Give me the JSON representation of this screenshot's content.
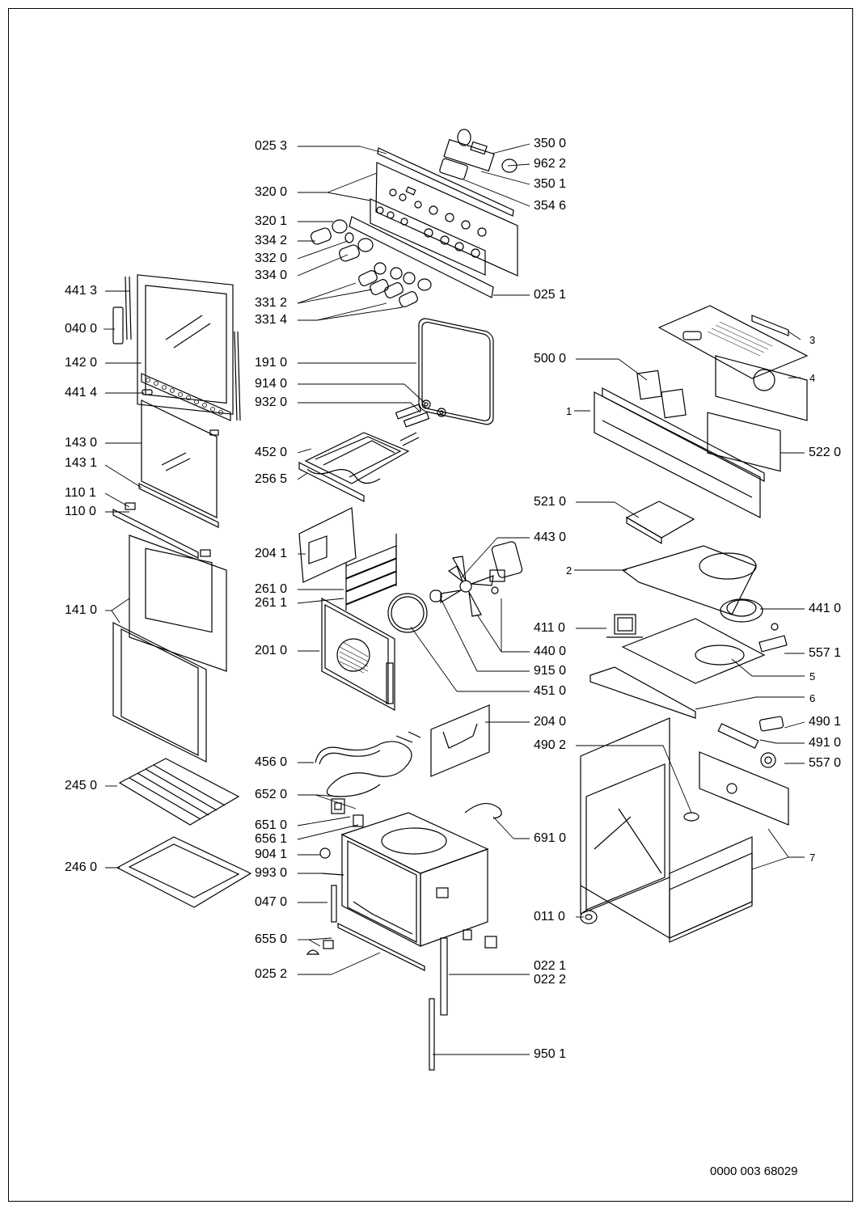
{
  "document_number": "0000 003 68029",
  "part_labels": {
    "p0253": "025 3",
    "p3200": "320 0",
    "p3201": "320 1",
    "p3342": "334 2",
    "p3320": "332 0",
    "p3340": "334 0",
    "p3312": "331 2",
    "p3314": "331 4",
    "p3500": "350 0",
    "p9622": "962 2",
    "p3501": "350 1",
    "p3546": "354 6",
    "p0251": "025 1",
    "p4413": "441 3",
    "p0400": "040 0",
    "p1420": "142 0",
    "p4414": "441 4",
    "p1430": "143 0",
    "p1431": "143 1",
    "p1101": "110 1",
    "p1100": "110 0",
    "p1410": "141 0",
    "p2450": "245 0",
    "p2460": "246 0",
    "p1910": "191 0",
    "p9140": "914 0",
    "p9320": "932 0",
    "p4520": "452 0",
    "p2565": "256 5",
    "p2041": "204 1",
    "p2610": "261 0",
    "p2611": "261 1",
    "p2010": "201 0",
    "p4430": "443 0",
    "p4400": "440 0",
    "p9150": "915 0",
    "p4510": "451 0",
    "p2040": "204 0",
    "p4560": "456 0",
    "p6520": "652 0",
    "p6510": "651 0",
    "p6561": "656 1",
    "p9041": "904 1",
    "p9930": "993 0",
    "p0470": "047 0",
    "p6550": "655 0",
    "p0252": "025 2",
    "p6910": "691 0",
    "p0221": "022 1",
    "p0222": "022 2",
    "p9501": "950 1",
    "p5000": "500 0",
    "p5220": "522 0",
    "p5210": "521 0",
    "p4410": "441 0",
    "p4110": "411 0",
    "p5571": "557 1",
    "p4901": "490 1",
    "p4902": "490 2",
    "p4910": "491 0",
    "p5570": "557 0",
    "p0110": "011 0",
    "n1": "1",
    "n2": "2",
    "n3": "3",
    "n4": "4",
    "n5": "5",
    "n6": "6",
    "n7": "7"
  },
  "colors": {
    "line": "#000000",
    "background": "#ffffff"
  }
}
